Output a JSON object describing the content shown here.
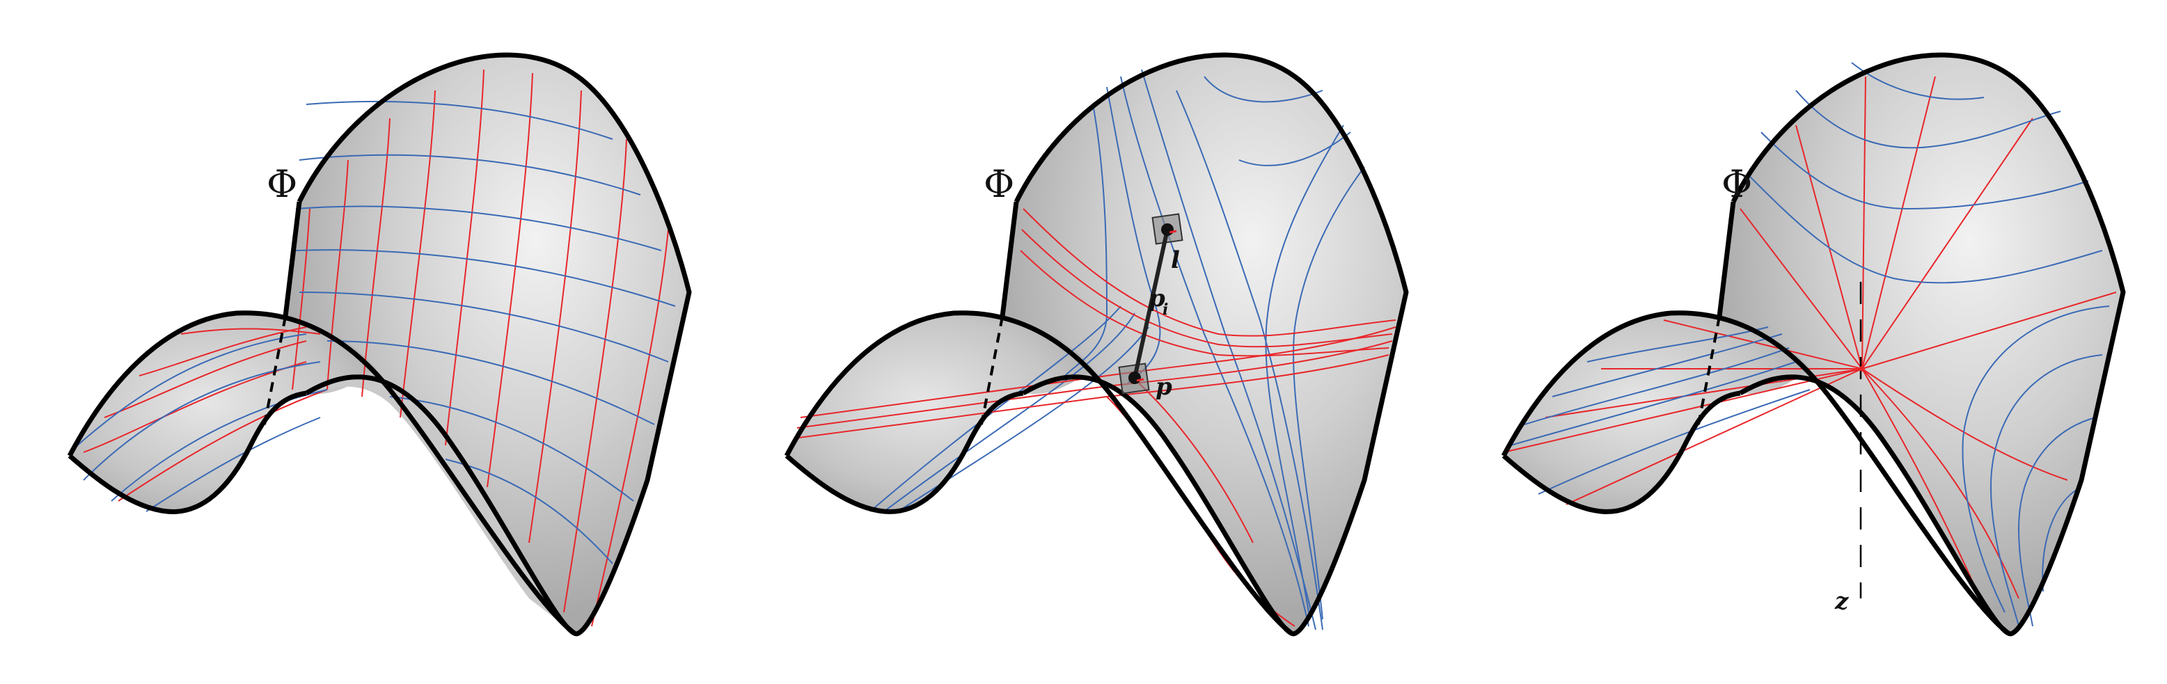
{
  "panels": [
    {
      "id": "left",
      "symbol": "Φ"
    },
    {
      "id": "middle",
      "symbol": "Φ",
      "labels": {
        "l": "l",
        "p_i": "p",
        "p_i_sub": "i",
        "p": "p"
      }
    },
    {
      "id": "right",
      "symbol": "Φ",
      "labels": {
        "z": "z"
      }
    }
  ],
  "colors": {
    "red_curves": "#e8262a",
    "blue_curves": "#3a6ab5",
    "surface": "#cccccc",
    "outline": "#000000"
  }
}
